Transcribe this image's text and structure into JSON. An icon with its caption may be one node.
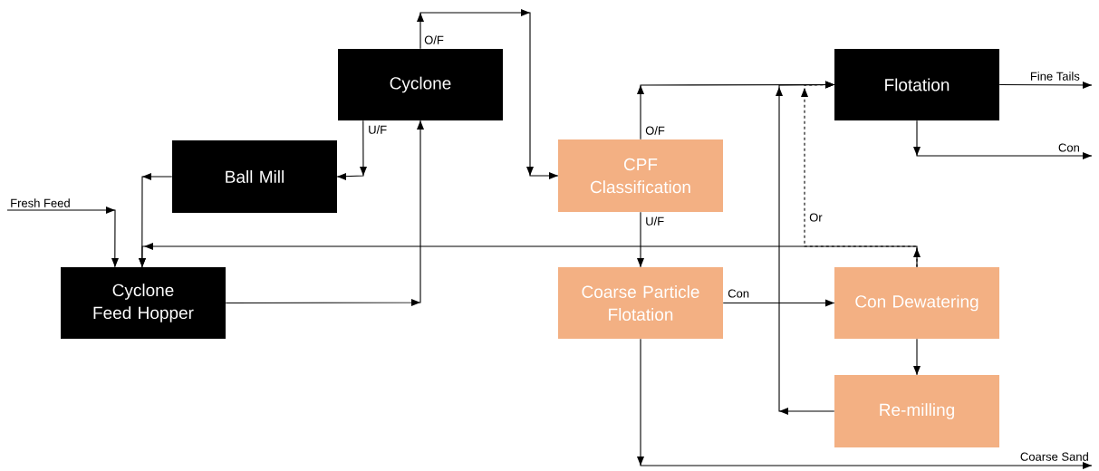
{
  "diagram": {
    "nodes": [
      {
        "text": [
          "Cyclone"
        ]
      },
      {
        "text": [
          "Ball Mill"
        ]
      },
      {
        "text": [
          "Cyclone Feed Hopper"
        ]
      },
      {
        "text": [
          "CPF Classification"
        ]
      },
      {
        "text": [
          "Flotation"
        ]
      },
      {
        "text": [
          "Coarse Particle Flotation"
        ]
      },
      {
        "text": [
          "Con Dewatering"
        ]
      },
      {
        "text": [
          "Re-milling"
        ]
      }
    ],
    "edges": [
      {
        "from": null,
        "to": 2,
        "arrow": "to",
        "label": "Fresh Feed"
      },
      {
        "from": 0,
        "to": 3,
        "arrow": "to",
        "label": "O/F"
      },
      {
        "from": 0,
        "to": 1,
        "arrow": "to",
        "label": "U/F"
      },
      {
        "from": 1,
        "to": 2,
        "arrow": "to"
      },
      {
        "from": 2,
        "to": 0,
        "arrow": "to"
      },
      {
        "from": 3,
        "to": 4,
        "arrow": "to",
        "label": "O/F"
      },
      {
        "from": 3,
        "to": 5,
        "arrow": "to",
        "label": "U/F"
      },
      {
        "from": 5,
        "to": 6,
        "arrow": "to",
        "label": "Con"
      },
      {
        "from": 5,
        "to": null,
        "arrow": "to",
        "label": "Coarse Sand"
      },
      {
        "from": 6,
        "to": 7,
        "arrow": "to"
      },
      {
        "from": 7,
        "to": 4,
        "arrow": "to"
      },
      {
        "from": 6,
        "to": 2,
        "arrow": "to"
      },
      {
        "from": 6,
        "to": 4,
        "arrow": "to",
        "label": "Or",
        "style": "dashed"
      },
      {
        "from": 4,
        "to": null,
        "arrow": "to",
        "label": "Fine Tails"
      },
      {
        "from": 4,
        "to": null,
        "arrow": "to",
        "label": "Con"
      }
    ]
  }
}
